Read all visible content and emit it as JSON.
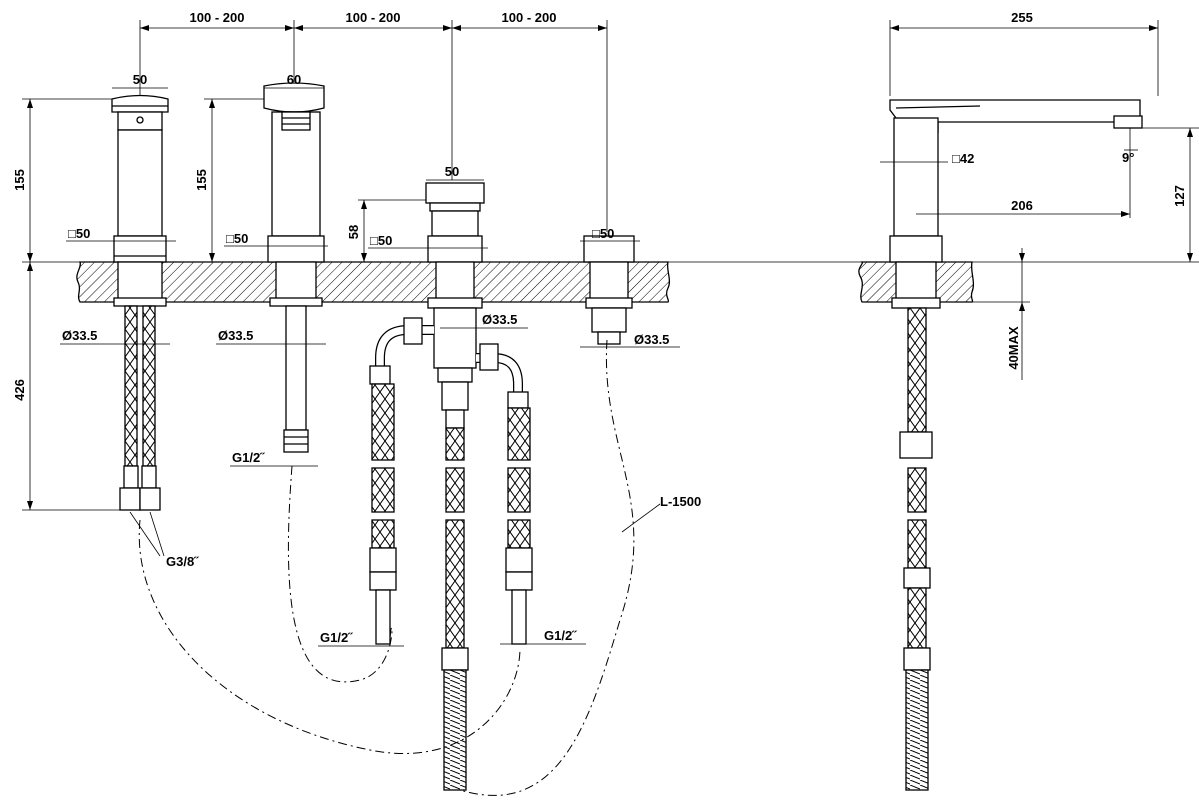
{
  "dimensions": {
    "spacing_1": "100 - 200",
    "spacing_2": "100 - 200",
    "spacing_3": "100 - 200",
    "width_left_handle": "50",
    "width_right_handle": "60",
    "width_diverter": "50",
    "height_left": "155",
    "height_right": "155",
    "height_diverter": "58",
    "square_1": "□50",
    "square_2": "□50",
    "square_3": "□50",
    "square_4": "□50",
    "dia_1": "Ø33.5",
    "dia_2": "Ø33.5",
    "dia_3": "Ø33.5",
    "dia_4": "Ø33.5",
    "under_deck": "426",
    "thread_left": "G3/8˝",
    "thread_1": "G1/2˝",
    "thread_2": "G1/2˝",
    "thread_3": "G1/2˝",
    "hose_length": "L-1500",
    "side_length": "255",
    "side_square": "□42",
    "side_angle": "9°",
    "side_reach": "206",
    "side_height": "127",
    "side_deck_max": "40MAX"
  }
}
